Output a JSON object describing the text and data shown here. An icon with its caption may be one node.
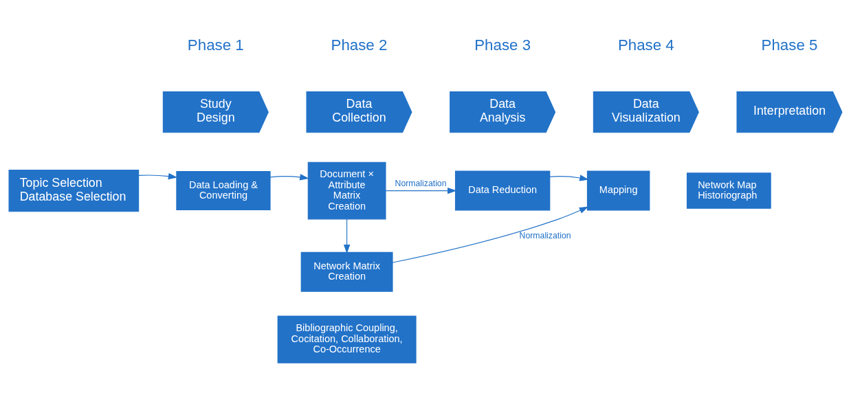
{
  "diagram": {
    "nodes": [
      {
        "text": [
          "Study Design"
        ],
        "beside": [
          "Phase 1"
        ]
      },
      {
        "text": [
          "Data Collection"
        ],
        "beside": [
          "Phase 2"
        ]
      },
      {
        "text": [
          "Data Analysis"
        ],
        "beside": [
          "Phase 3"
        ]
      },
      {
        "text": [
          "Data Visualization"
        ],
        "beside": [
          "Phase 4"
        ]
      },
      {
        "text": [
          "Interpretation"
        ],
        "beside": [
          "Phase 5"
        ]
      },
      {
        "text": [
          "Topic Selection",
          "Database Selection"
        ]
      },
      {
        "text": [
          "Data Loading & Converting"
        ]
      },
      {
        "text": [
          "Document × Attribute Matrix Creation"
        ]
      },
      {
        "text": [
          "Data Reduction"
        ]
      },
      {
        "text": [
          "Mapping"
        ]
      },
      {
        "text": [
          "Network Map",
          "Historiograph"
        ]
      },
      {
        "text": [
          "Network Matrix Creation"
        ]
      },
      {
        "text": [
          "Bibliographic Coupling, Cocitation, Collaboration, Co-Occurrence"
        ]
      }
    ],
    "edges": [
      {
        "from": 5,
        "to": 6,
        "arrow": "to"
      },
      {
        "from": 6,
        "to": 7,
        "arrow": "to"
      },
      {
        "from": 7,
        "to": 8,
        "arrow": "to",
        "label": "Normalization"
      },
      {
        "from": 8,
        "to": 9,
        "arrow": "to"
      },
      {
        "from": 7,
        "to": 11,
        "arrow": "to"
      },
      {
        "from": 11,
        "to": 9,
        "arrow": "to",
        "label": "Normalization"
      }
    ]
  }
}
